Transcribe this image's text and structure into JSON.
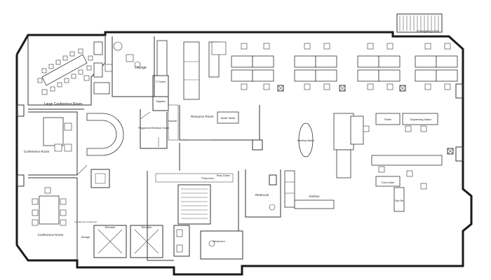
{
  "rooms": {
    "emergency_exit": "Emergency Exit",
    "lounge": "Lounge",
    "it_closet": "IT Closet",
    "supplies": "Supplies",
    "playground_electrical": "Playground Electrical Closet",
    "scanner": "Scanner",
    "resource_room": "Resource Room",
    "model_tables": "Model Tables",
    "large_conference_room": "Large Conference Room",
    "conference_room_1": "Conference Room",
    "conference_room_2": "Conference Room",
    "meeting_table": "Meeting Tables",
    "plotter": "Plotter",
    "engineering_station": "Engineering Station",
    "color_cutter": "Color Cutter",
    "flat_file": "Flat File",
    "restroom_1": "Restroom",
    "restroom_2": "Restroom",
    "kitchen": "Kitchen",
    "elevator_1": "Elevator",
    "elevator_2": "Elevator",
    "storage": "Storage",
    "full_service_conference": "Full Service Conference",
    "photo_area": "Photo Area",
    "temp_cases": "Temp Cases"
  },
  "colors": {
    "ink": "#1a1a1a",
    "paper": "#ffffff"
  }
}
